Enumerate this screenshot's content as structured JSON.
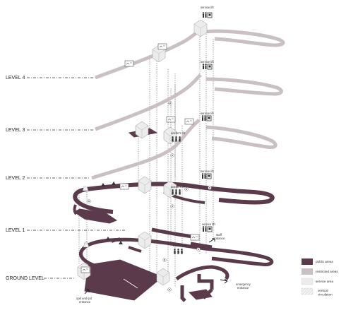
{
  "levels": {
    "level4": "LEVEL 4",
    "level3": "LEVEL 3",
    "level2": "LEVEL 2",
    "level1": "LEVEL 1",
    "ground": "GROUND LEVEL"
  },
  "labels": {
    "service_lift": "service lift",
    "doctors_lift": "doctor's lift",
    "staff_entrance_1": "staff",
    "staff_entrance_2": "entrance",
    "emergency_entrance_1": "emergency",
    "emergency_entrance_2": "entrance",
    "opd_entrance_1": "opd and ipd",
    "opd_entrance_2": "entrance"
  },
  "legend": [
    {
      "label": "public areas",
      "color": "#5b3b4b"
    },
    {
      "label": "restricted areas",
      "color": "#c9bfc4"
    },
    {
      "label": "service area",
      "color": "#ececec"
    },
    {
      "label": "vertical circulation",
      "color": "hatched"
    }
  ],
  "colors": {
    "public": "#5b3b4b",
    "restricted": "#c9bfc4",
    "service": "#ececec"
  }
}
